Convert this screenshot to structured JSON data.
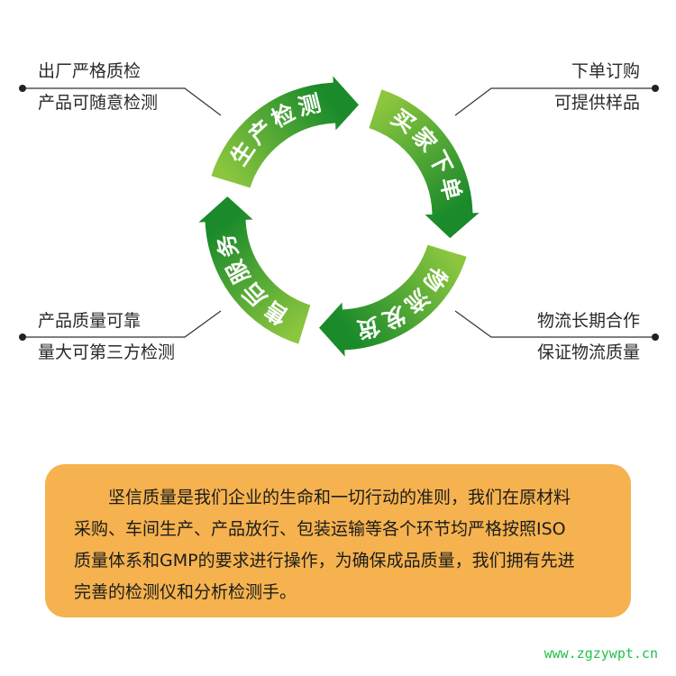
{
  "cycle": {
    "segments": [
      {
        "label": "生产检测",
        "tip_angle": -79
      },
      {
        "label": "买家下单",
        "tip_angle": 12
      },
      {
        "label": "物流发货",
        "tip_angle": 101
      },
      {
        "label": "售后服务",
        "tip_angle": 191
      }
    ],
    "colors": {
      "dark": "#1a8a2a",
      "light": "#8cc63f"
    }
  },
  "callouts": {
    "top_left": [
      "出厂严格质检",
      "产品可随意检测"
    ],
    "top_right": [
      "下单订购",
      "可提供样品"
    ],
    "bottom_left": [
      "产品质量可靠",
      "量大可第三方检测"
    ],
    "bottom_right": [
      "物流长期合作",
      "保证物流质量"
    ]
  },
  "description": {
    "lines": [
      "坚信质量是我们企业的生命和一切行动的准则，我们在原材料",
      "采购、车间生产、产品放行、包装运输等各个环节均严格按照ISO",
      "质量体系和GMP的要求进行操作，为确保成品质量，我们拥有先进",
      "完善的检测仪和分析检测手。"
    ]
  },
  "footer": {
    "website": "www.zgzywpt.cn"
  }
}
